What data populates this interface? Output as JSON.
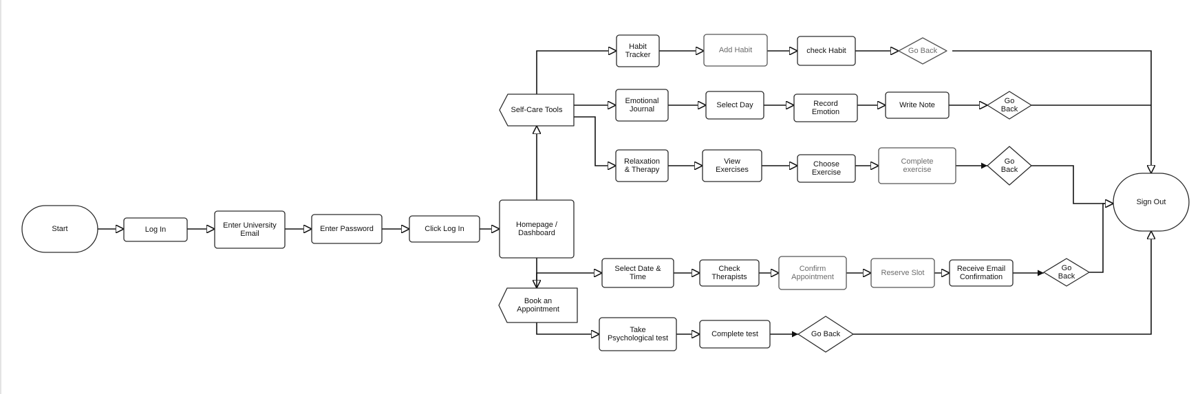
{
  "nodes": {
    "start": [
      "Start"
    ],
    "login": [
      "Log In"
    ],
    "email": [
      "Enter University",
      "Email"
    ],
    "password": [
      "Enter Password"
    ],
    "clicklogin": [
      "Click Log In"
    ],
    "home": [
      "Homepage /",
      "Dashboard"
    ],
    "selfcare": [
      "Self-Care Tools"
    ],
    "booking": [
      "Book an",
      "Appointment"
    ],
    "habit": [
      "Habit",
      "Tracker"
    ],
    "addhabit": [
      "Add Habit"
    ],
    "checkhabit": [
      "check Habit"
    ],
    "goback1": [
      "Go Back"
    ],
    "journal": [
      "Emotional",
      "Journal"
    ],
    "selectday": [
      "Select Day"
    ],
    "record": [
      "Record",
      "Emotion"
    ],
    "writenote": [
      "Write Note"
    ],
    "goback2": [
      "Go",
      "Back"
    ],
    "relax": [
      "Relaxation",
      "& Therapy"
    ],
    "viewex": [
      "View",
      "Exercises"
    ],
    "chooseex": [
      "Choose",
      "Exercise"
    ],
    "completeex": [
      "Complete",
      "exercise"
    ],
    "goback3": [
      "Go",
      "Back"
    ],
    "datetime": [
      "Select Date &",
      "Time"
    ],
    "therapists": [
      "Check",
      "Therapists"
    ],
    "confirm": [
      "Confirm",
      "Appointment"
    ],
    "reserve": [
      "Reserve Slot"
    ],
    "receive": [
      "Receive Email",
      "Confirmation"
    ],
    "goback4": [
      "Go",
      "Back"
    ],
    "psych": [
      "Take",
      "Psychological test"
    ],
    "completetest": [
      "Complete test"
    ],
    "goback5": [
      "Go Back"
    ],
    "signout": [
      "Sign Out"
    ]
  }
}
